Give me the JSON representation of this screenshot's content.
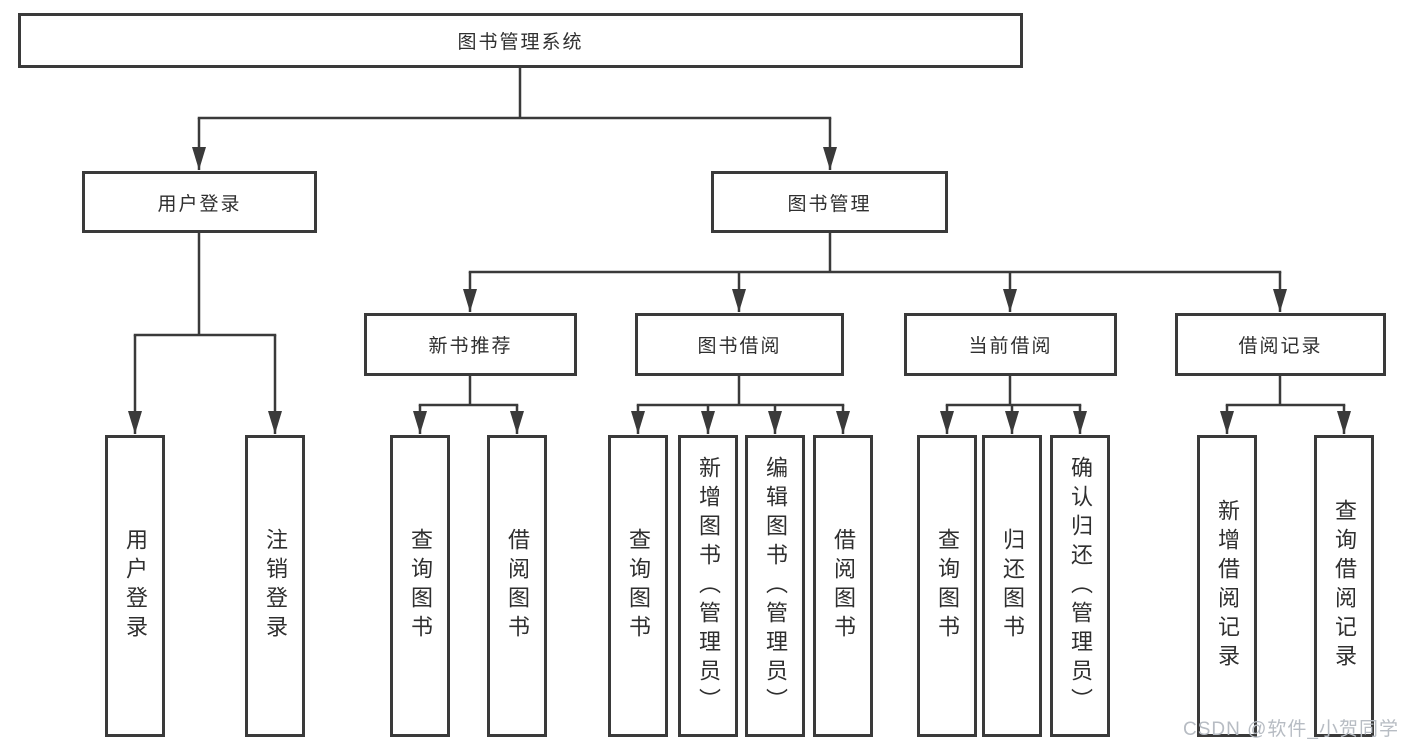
{
  "diagram": {
    "root": {
      "label": "图书管理系统"
    },
    "branches": [
      {
        "label": "用户登录",
        "children": [
          {
            "label": "用户登录"
          },
          {
            "label": "注销登录"
          }
        ]
      },
      {
        "label": "图书管理",
        "children": [
          {
            "label": "新书推荐",
            "children": [
              {
                "label": "查询图书"
              },
              {
                "label": "借阅图书"
              }
            ]
          },
          {
            "label": "图书借阅",
            "children": [
              {
                "label": "查询图书"
              },
              {
                "label": "新增图书（管理员）"
              },
              {
                "label": "编辑图书（管理员）"
              },
              {
                "label": "借阅图书"
              }
            ]
          },
          {
            "label": "当前借阅",
            "children": [
              {
                "label": "查询图书"
              },
              {
                "label": "归还图书"
              },
              {
                "label": "确认归还（管理员）"
              }
            ]
          },
          {
            "label": "借阅记录",
            "children": [
              {
                "label": "新增借阅记录"
              },
              {
                "label": "查询借阅记录"
              }
            ]
          }
        ]
      }
    ]
  },
  "watermark": {
    "text": "CSDN @软件_小贺同学"
  },
  "colors": {
    "line": "#3a3a3a",
    "box_border": "#3a3a3a",
    "text": "#2f2f2f",
    "watermark": "#b7bcc3",
    "background": "#ffffff"
  }
}
